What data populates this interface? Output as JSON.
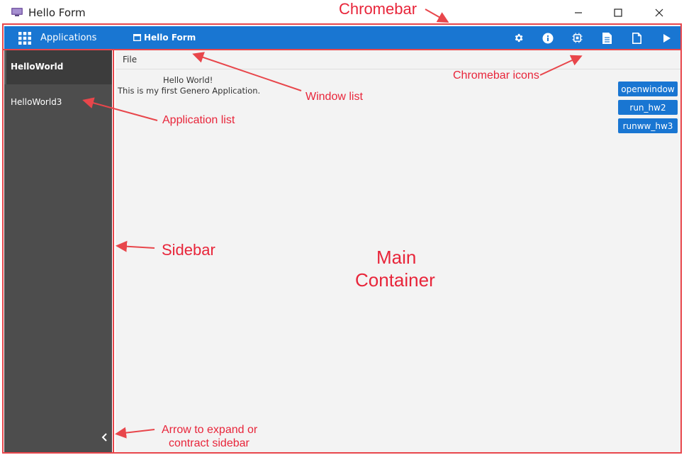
{
  "window": {
    "title": "Hello Form",
    "app_icon": "monitor-icon"
  },
  "window_controls": [
    "minimize-icon",
    "maximize-icon",
    "close-icon"
  ],
  "chromebar": {
    "applications_label": "Applications",
    "applications_icon": "apps-grid-icon",
    "window_list_label": "Hello Form",
    "window_list_icon": "window-icon",
    "icons": [
      "settings-icon",
      "info-icon",
      "debug-chip-icon",
      "document-icon",
      "new-document-icon",
      "run-icon"
    ],
    "color": "#1976d2"
  },
  "sidebar": {
    "items": [
      {
        "label": "HelloWorld",
        "active": true
      },
      {
        "label": "HelloWorld3",
        "active": false
      }
    ],
    "collapse_icon": "chevron-left-icon"
  },
  "main": {
    "menu": {
      "file": "File"
    },
    "text_line1": "Hello World!",
    "text_line2": "This is my first Genero Application.",
    "buttons": [
      "openwindow",
      "run_hw2",
      "runww_hw3"
    ]
  },
  "annotations": {
    "chromebar": "Chromebar",
    "window_list": "Window list",
    "chromebar_icons": "Chromebar icons",
    "application_list": "Application list",
    "sidebar": "Sidebar",
    "main_container_line1": "Main",
    "main_container_line2": "Container",
    "arrow_line1": "Arrow to expand or",
    "arrow_line2": "contract sidebar",
    "color": "#e8253a"
  }
}
